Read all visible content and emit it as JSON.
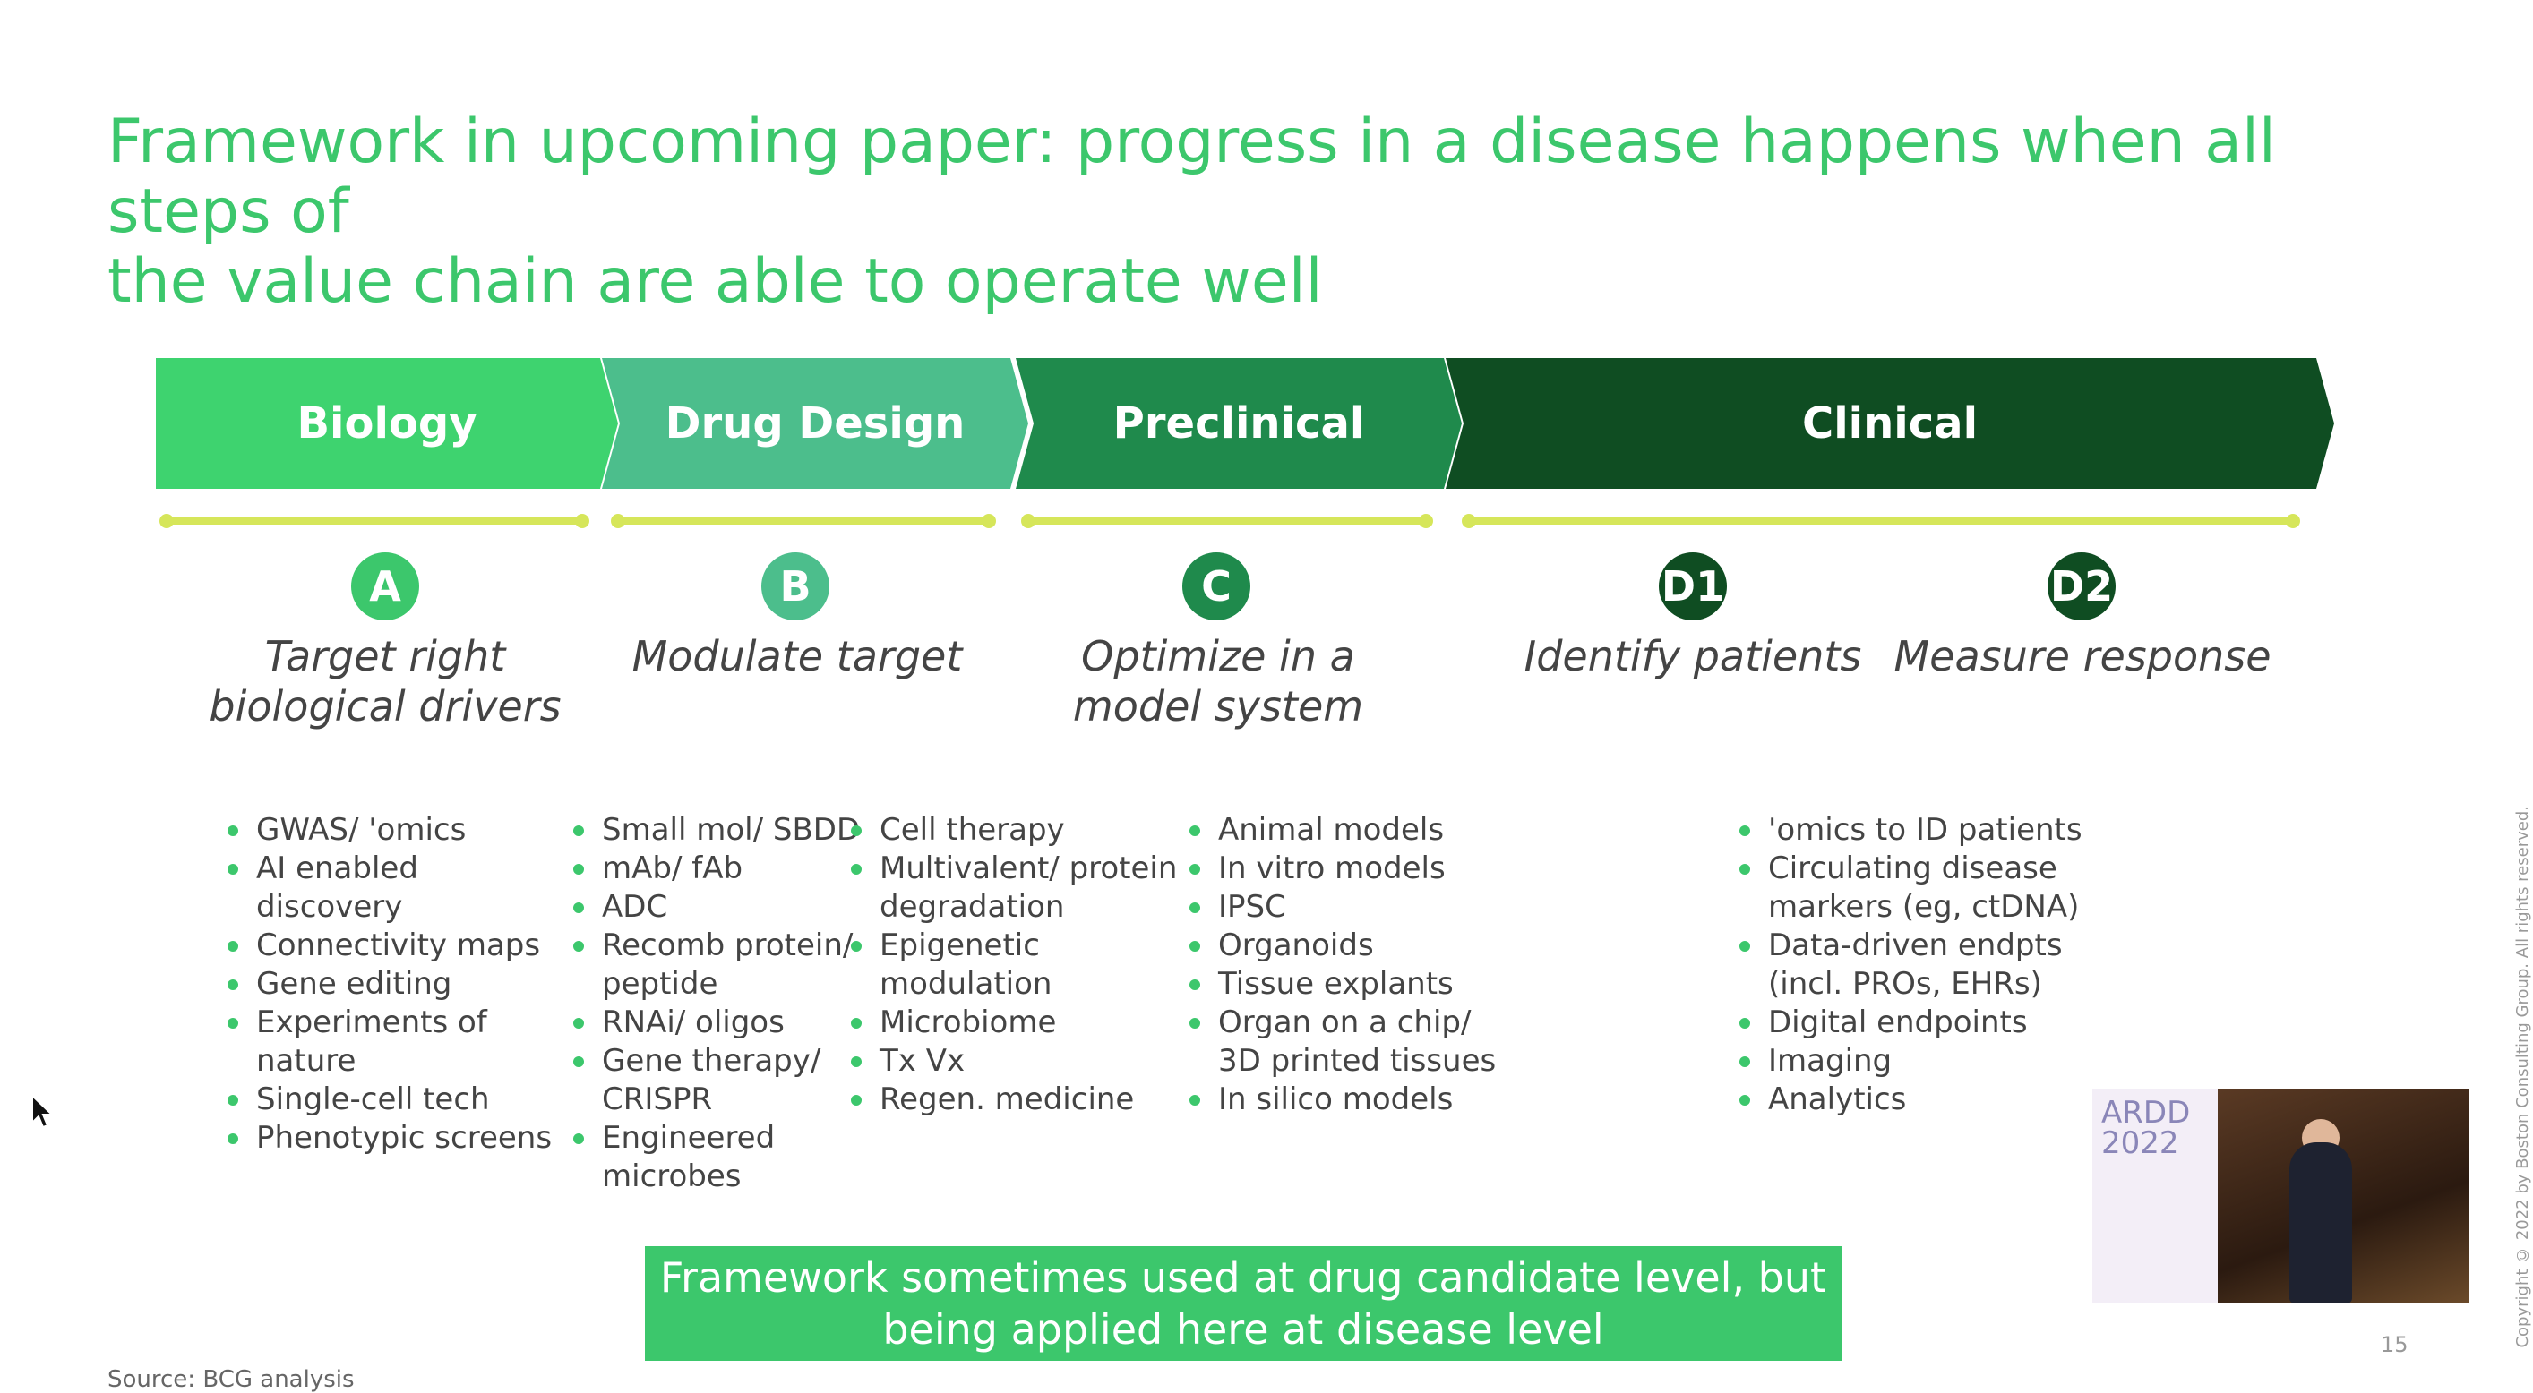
{
  "title": {
    "line1": "Framework in upcoming paper: progress in a disease happens when all steps of",
    "line2": "the value chain are able to operate well"
  },
  "stages": [
    {
      "label": "Biology",
      "color": "#3ed36f"
    },
    {
      "label": "Drug Design",
      "color": "#4cbe8c"
    },
    {
      "label": "Preclinical",
      "color": "#1f8a4c"
    },
    {
      "label": "Clinical",
      "color": "#0f4d22"
    }
  ],
  "steps": [
    {
      "badge": "A",
      "line1": "Target right",
      "line2": "biological drivers",
      "color": "#3cc76c"
    },
    {
      "badge": "B",
      "line1": "Modulate target",
      "line2": "",
      "color": "#4cbe8c"
    },
    {
      "badge": "C",
      "line1": "Optimize in a",
      "line2": "model system",
      "color": "#1f8a4c"
    },
    {
      "badge": "D1",
      "line1": "Identify patients",
      "line2": "",
      "color": "#0f4d22"
    },
    {
      "badge": "D2",
      "line1": "Measure response",
      "line2": "",
      "color": "#0f4d22"
    }
  ],
  "lists": {
    "biology": [
      "GWAS/ 'omics",
      "AI enabled discovery",
      "Connectivity maps",
      "Gene editing",
      "Experiments of",
      "nature",
      "Single-cell tech",
      "Phenotypic screens"
    ],
    "design1": [
      "Small mol/ SBDD",
      "mAb/ fAb",
      "ADC",
      "Recomb protein/",
      "peptide",
      "RNAi/ oligos",
      "Gene therapy/",
      "CRISPR",
      "Engineered microbes"
    ],
    "design2": [
      "Cell therapy",
      "Multivalent/ protein",
      "degradation",
      "Epigenetic",
      "modulation",
      "Microbiome",
      "Tx Vx",
      "Regen. medicine"
    ],
    "preclinical": [
      "Animal models",
      "In vitro models",
      "IPSC",
      "Organoids",
      "Tissue explants",
      "Organ on a chip/",
      "3D printed tissues",
      "In silico models"
    ],
    "clinical": [
      "'omics to ID patients",
      "Circulating disease",
      "markers (eg, ctDNA)",
      "Data-driven endpts",
      "(incl. PROs, EHRs)",
      "Digital endpoints",
      "Imaging",
      "Analytics"
    ]
  },
  "callout": {
    "line1": "Framework sometimes used at drug candidate level, but",
    "line2": "being applied here at disease level"
  },
  "source": "Source: BCG analysis",
  "page_number": "15",
  "copyright": "Copyright © 2022 by Boston Consulting Group. All rights reserved.",
  "thumbnail": {
    "line1": "ARDD",
    "line2": "2022"
  },
  "colors": {
    "accent": "#3cc76c",
    "timeline": "#d6e65a"
  }
}
